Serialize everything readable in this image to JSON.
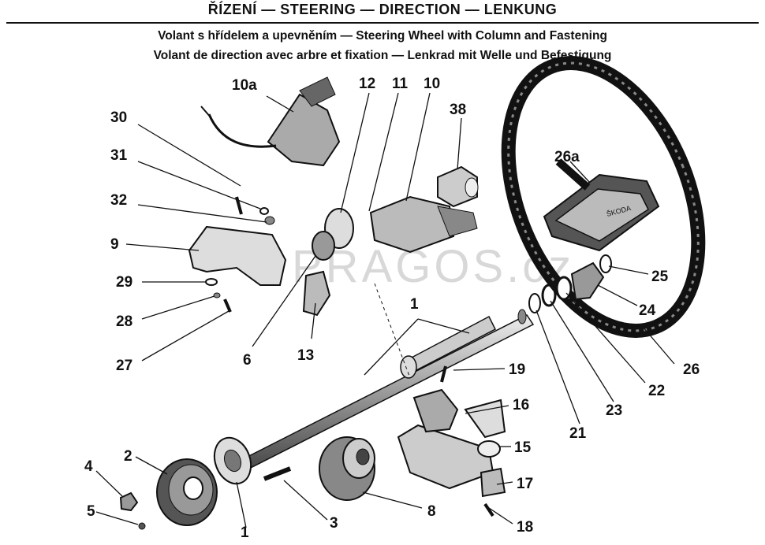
{
  "header": {
    "title": "ŘÍZENÍ — STEERING — DIRECTION — LENKUNG",
    "subtitle_line1": "Volant s hřídelem a upevněním — Steering Wheel with Column and Fastening",
    "subtitle_line2": "Volant de direction avec arbre et fixation — Lenkrad mit Welle und Befestigung"
  },
  "watermark": "PRAGOS.cz",
  "wheel_badge": "ŠKODA",
  "part_labels": {
    "p10a": "10a",
    "p12": "12",
    "p11": "11",
    "p10": "10",
    "p38": "38",
    "p30": "30",
    "p31": "31",
    "p32": "32",
    "p9": "9",
    "p29": "29",
    "p28": "28",
    "p27": "27",
    "p6": "6",
    "p13": "13",
    "p1_top": "1",
    "p26a": "26a",
    "p25": "25",
    "p24": "24",
    "p26": "26",
    "p22": "22",
    "p23": "23",
    "p21": "21",
    "p19": "19",
    "p16": "16",
    "p15": "15",
    "p17": "17",
    "p18": "18",
    "p8": "8",
    "p3": "3",
    "p1_bottom": "1",
    "p2": "2",
    "p4": "4",
    "p5": "5"
  }
}
